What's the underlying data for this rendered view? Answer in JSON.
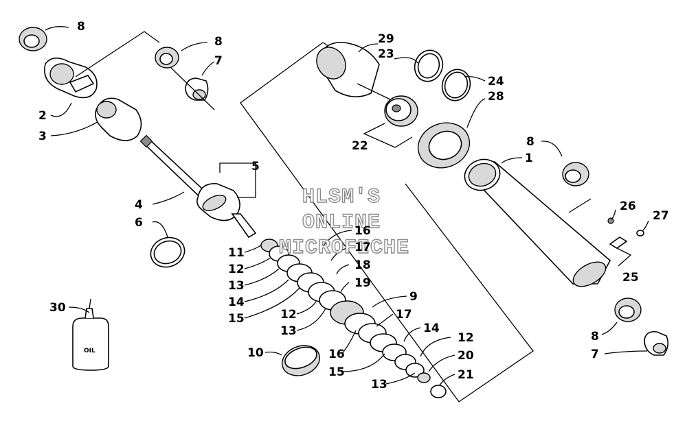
{
  "watermark": {
    "line1": "HLSM'S",
    "line2": "ONLINE",
    "line3": "MICROFICHE"
  },
  "oil_label": "OIL",
  "callouts": [
    {
      "id": "c8a",
      "label": "8"
    },
    {
      "id": "c8b",
      "label": "8"
    },
    {
      "id": "c7a",
      "label": "7"
    },
    {
      "id": "c2",
      "label": "2"
    },
    {
      "id": "c3",
      "label": "3"
    },
    {
      "id": "c5",
      "label": "5"
    },
    {
      "id": "c4",
      "label": "4"
    },
    {
      "id": "c6",
      "label": "6"
    },
    {
      "id": "c29",
      "label": "29"
    },
    {
      "id": "c23",
      "label": "23"
    },
    {
      "id": "c24",
      "label": "24"
    },
    {
      "id": "c28",
      "label": "28"
    },
    {
      "id": "c22",
      "label": "22"
    },
    {
      "id": "c8c",
      "label": "8"
    },
    {
      "id": "c1",
      "label": "1"
    },
    {
      "id": "c26",
      "label": "26"
    },
    {
      "id": "c27",
      "label": "27"
    },
    {
      "id": "c25",
      "label": "25"
    },
    {
      "id": "c8d",
      "label": "8"
    },
    {
      "id": "c7b",
      "label": "7"
    },
    {
      "id": "c16a",
      "label": "16"
    },
    {
      "id": "c17a",
      "label": "17"
    },
    {
      "id": "c18",
      "label": "18"
    },
    {
      "id": "c19",
      "label": "19"
    },
    {
      "id": "c11",
      "label": "11"
    },
    {
      "id": "c12a",
      "label": "12"
    },
    {
      "id": "c13a",
      "label": "13"
    },
    {
      "id": "c14a",
      "label": "14"
    },
    {
      "id": "c15a",
      "label": "15"
    },
    {
      "id": "c12b",
      "label": "12"
    },
    {
      "id": "c13b",
      "label": "13"
    },
    {
      "id": "c9",
      "label": "9"
    },
    {
      "id": "c17b",
      "label": "17"
    },
    {
      "id": "c14b",
      "label": "14"
    },
    {
      "id": "c12c",
      "label": "12"
    },
    {
      "id": "c20",
      "label": "20"
    },
    {
      "id": "c21",
      "label": "21"
    },
    {
      "id": "c16b",
      "label": "16"
    },
    {
      "id": "c15b",
      "label": "15"
    },
    {
      "id": "c13c",
      "label": "13"
    },
    {
      "id": "c10",
      "label": "10"
    },
    {
      "id": "c30",
      "label": "30"
    }
  ]
}
